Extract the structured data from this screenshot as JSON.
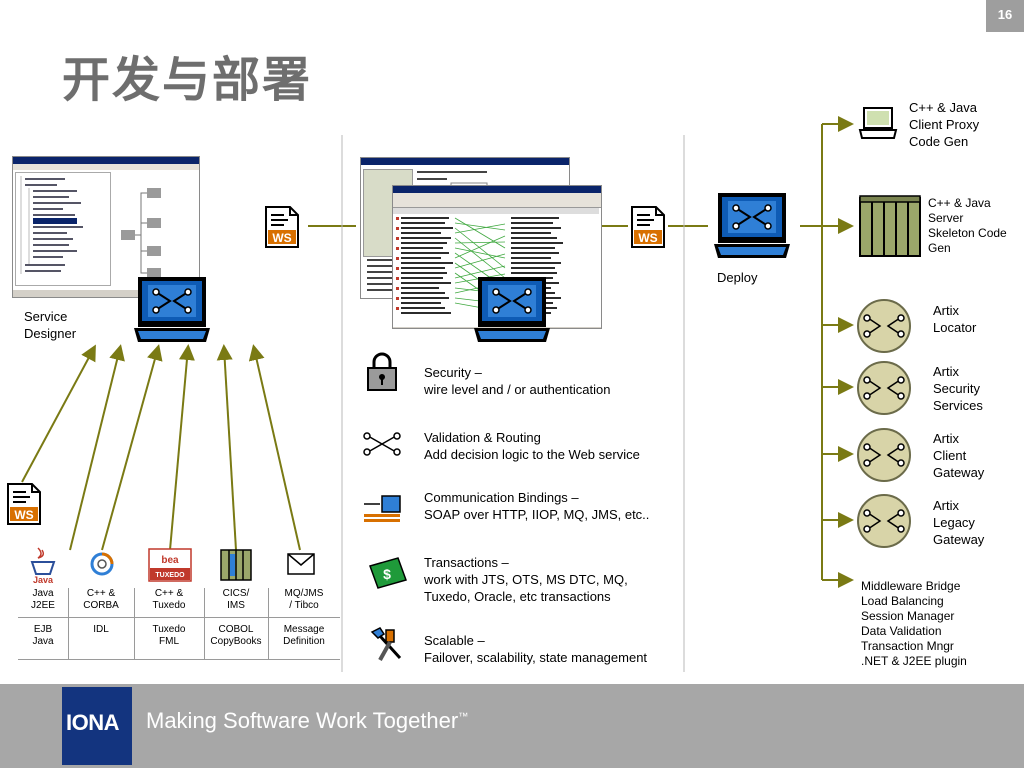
{
  "page_number": "16",
  "title": "开发与部署",
  "service_designer": {
    "line1": "Service",
    "line2": "Designer"
  },
  "deploy_label": "Deploy",
  "ws_icon_label": "WS",
  "features": [
    {
      "icon": "lock-icon",
      "title": "Security –",
      "detail": "wire level and / or authentication"
    },
    {
      "icon": "routing-icon",
      "title": "Validation & Routing",
      "detail": "Add decision logic to the Web service"
    },
    {
      "icon": "bindings-icon",
      "title": "Communication Bindings –",
      "detail": "SOAP over HTTP, IIOP, MQ, JMS, etc.."
    },
    {
      "icon": "money-icon",
      "title": "Transactions –",
      "detail": "work with JTS, OTS, MS DTC, MQ,",
      "detail2": "Tuxedo, Oracle, etc  transactions"
    },
    {
      "icon": "tools-icon",
      "title": "Scalable –",
      "detail": "Failover, scalability, state management"
    }
  ],
  "right_items": [
    {
      "icon": "laptop-icon",
      "lines": [
        "C++ & Java",
        "Client Proxy",
        "Code Gen"
      ]
    },
    {
      "icon": "server-icon",
      "lines": [
        "C++ & Java",
        "Server",
        "Skeleton Code",
        "Gen"
      ]
    },
    {
      "icon": "router-icon",
      "lines": [
        "Artix",
        "Locator"
      ]
    },
    {
      "icon": "router-icon",
      "lines": [
        "Artix",
        "Security",
        "Services"
      ]
    },
    {
      "icon": "router-icon",
      "lines": [
        "Artix",
        "Client",
        "Gateway"
      ]
    },
    {
      "icon": "router-icon",
      "lines": [
        "Artix",
        "Legacy",
        "Gateway"
      ]
    }
  ],
  "middleware": [
    "Middleware Bridge",
    "Load Balancing",
    "Session Manager",
    "Data Validation",
    "Transaction Mngr",
    ".NET & J2EE plugin"
  ],
  "tech_columns": [
    {
      "icon": "java-icon",
      "logo": "Java",
      "top": [
        "Java",
        "J2EE"
      ],
      "bottom": [
        "EJB",
        "Java"
      ]
    },
    {
      "icon": "corba-icon",
      "logo": "",
      "top": [
        "C++ &",
        "CORBA"
      ],
      "bottom": [
        "IDL"
      ]
    },
    {
      "icon": "tuxedo-icon",
      "logo": "TUXEDO",
      "brand": "bea",
      "top": [
        "C++ &",
        "Tuxedo"
      ],
      "bottom": [
        "Tuxedo",
        "FML"
      ]
    },
    {
      "icon": "cics-icon",
      "logo": "",
      "top": [
        "CICS/",
        "IMS"
      ],
      "bottom": [
        "COBOL",
        "CopyBooks"
      ]
    },
    {
      "icon": "envelope-icon",
      "logo": "",
      "top": [
        "MQ/JMS",
        "/ Tibco"
      ],
      "bottom": [
        "Message",
        "Definition"
      ]
    }
  ],
  "footer": {
    "logo": "IONA",
    "tagline": "Making Software Work Together",
    "tm": "™"
  }
}
